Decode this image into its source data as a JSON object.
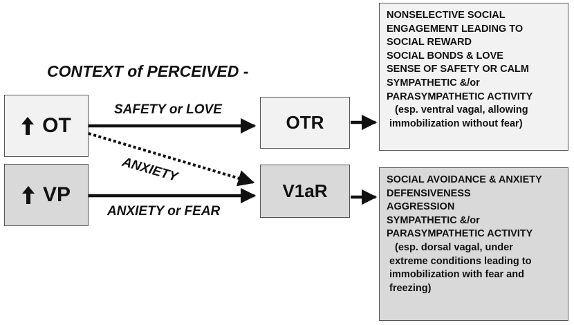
{
  "context_label": "CONTEXT of PERCEIVED -",
  "hormones": {
    "ot": {
      "label": "OT",
      "arrow_icon": "up-arrow-icon"
    },
    "vp": {
      "label": "VP",
      "arrow_icon": "up-arrow-icon"
    }
  },
  "receptors": {
    "otr": "OTR",
    "v1ar": "V1aR"
  },
  "edges": {
    "ot_to_otr": "SAFETY or LOVE",
    "ot_to_v1ar": "ANXIETY",
    "vp_to_v1ar": "ANXIETY or FEAR"
  },
  "effects": {
    "otr": [
      "NONSELECTIVE SOCIAL",
      "ENGAGEMENT LEADING TO",
      "SOCIAL REWARD",
      "SOCIAL BONDS & LOVE",
      "SENSE OF SAFETY OR CALM",
      "SYMPATHETIC &/or",
      "PARASYMPATHETIC ACTIVITY",
      "(esp. ventral vagal, allowing",
      "immobilization without fear)"
    ],
    "v1ar": [
      "SOCIAL AVOIDANCE & ANXIETY",
      "DEFENSIVENESS",
      "AGGRESSION",
      "SYMPATHETIC &/or",
      "PARASYMPATHETIC ACTIVITY",
      "(esp. dorsal vagal, under",
      "extreme conditions leading to",
      "immobilization with fear and",
      "freezing)"
    ]
  },
  "colors": {
    "light_box": "#f2f2f2",
    "dark_box": "#d9d9d9",
    "ink": "#111111"
  }
}
